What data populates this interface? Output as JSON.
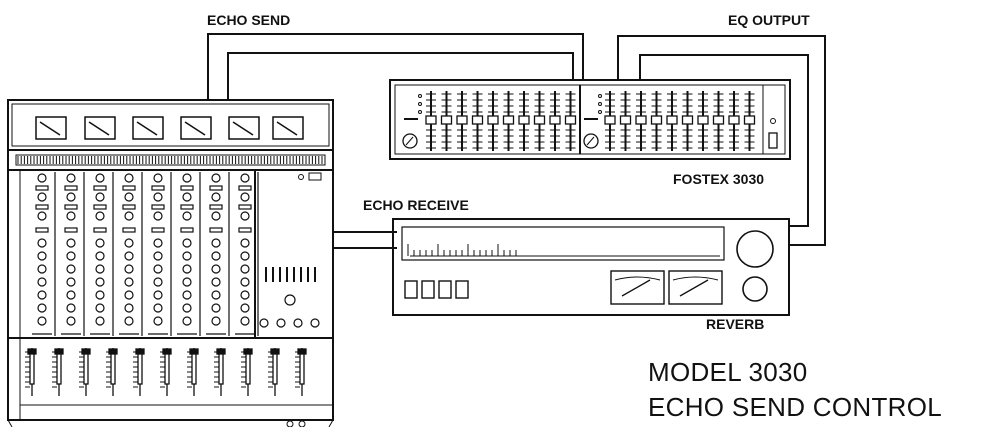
{
  "labels": {
    "echo_send": "ECHO SEND",
    "eq_output": "EQ OUTPUT",
    "echo_receive": "ECHO RECEIVE",
    "fostex_3030": "FOSTEX 3030",
    "reverb": "REVERB"
  },
  "caption": {
    "line1": "MODEL 3030",
    "line2": "ECHO SEND CONTROL"
  }
}
